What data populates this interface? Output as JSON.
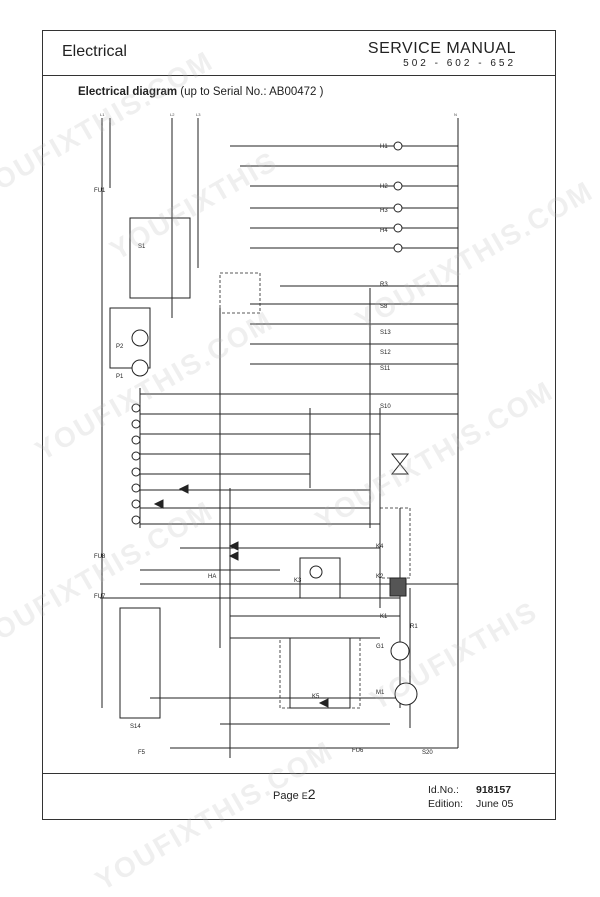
{
  "header": {
    "section": "Electrical",
    "manual": "SERVICE MANUAL",
    "models": "502 - 602 - 652"
  },
  "diagram": {
    "title_bold": "Electrical diagram",
    "title_rest": " (up to Serial No.: AB00472 )",
    "component_labels": [
      "FU1",
      "P2",
      "P1",
      "FU8",
      "FU7",
      "S14",
      "S1",
      "R3",
      "S8",
      "S13",
      "S12",
      "S11",
      "S10",
      "K3",
      "K4",
      "K1",
      "K2",
      "R1",
      "G1",
      "M1",
      "K5",
      "FU6",
      "S20",
      "H1",
      "H2",
      "H3",
      "H4",
      "HA",
      "F5"
    ]
  },
  "watermarks": [
    "YOUFIXTHIS.COM",
    "YOUFIXTHIS",
    "YOUFIXTHIS.COM",
    "YOUFIXTHIS.COM",
    "YOUFIXTHIS.COM",
    "YOUFIXTHIS.COM",
    "YOUFIXTHIS",
    "YOUFIXTHIS.COM"
  ],
  "footer": {
    "page_prefix": "Page ",
    "page_letter": "E",
    "page_number": "2",
    "id_label": "Id.No.:",
    "id_value": "918157",
    "edition_label": "Edition:",
    "edition_value": "June 05"
  }
}
